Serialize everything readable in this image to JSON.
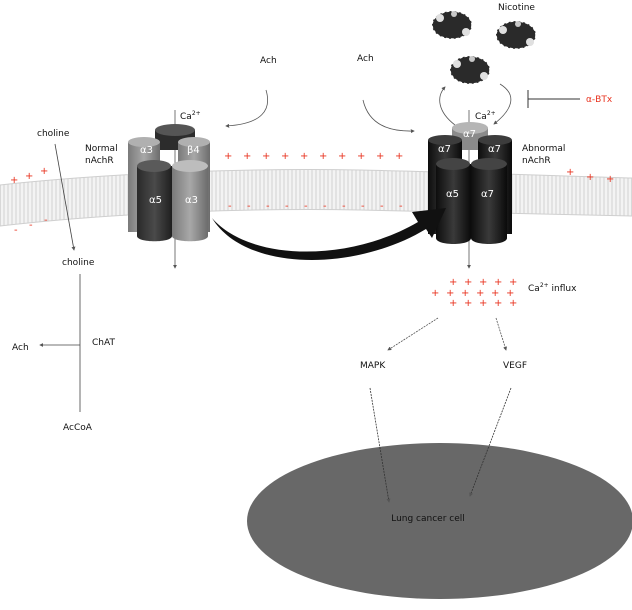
{
  "labels": {
    "nicotine": "Nicotine",
    "ach_left": "Ach",
    "ach_right": "Ach",
    "alpha_btx": "α-BTx",
    "ca_left": "Ca",
    "ca_right": "Ca",
    "ca_influx": "Ca",
    "ca_charge": "2+",
    "influx_word": " influx",
    "choline_top": "choline",
    "normal_line1": "Normal",
    "normal_line2": "nAchR",
    "abnormal_line1": "Abnormal",
    "abnormal_line2": "nAchR",
    "choline_bottom": "choline",
    "ach_output": "Ach",
    "chat": "ChAT",
    "acetyl_coa": "AcCoA",
    "mapk": "MAPK",
    "vegf": "VEGF",
    "lung_cancer_cell": "Lung cancer cell"
  },
  "subunits": {
    "normal": {
      "a3_top": "α3",
      "b4": "β4",
      "a5": "α5",
      "a3_front": "α3"
    },
    "abnormal": {
      "a7_top": "α7",
      "a7_left": "α7",
      "a7_right": "α7",
      "a5": "α5",
      "a7_front": "α7"
    }
  },
  "symbols": {
    "plus": "+",
    "minus": "-"
  },
  "colors": {
    "charge_red": "#e8321e",
    "normal_dark": "#3a3a3a",
    "normal_light": "#8d8d8d",
    "abnormal_dark": "#141414",
    "cell_fill": "#686868"
  }
}
